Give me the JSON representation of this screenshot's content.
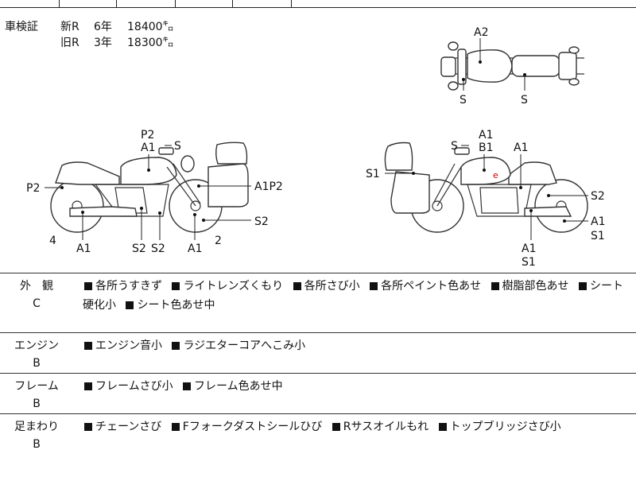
{
  "vehicle_inspection": {
    "heading": "車検証",
    "rows": [
      {
        "kind": "新R",
        "years": "6年",
        "mileage": "18400㌔"
      },
      {
        "kind": "旧R",
        "years": "3年",
        "mileage": "18300㌔"
      }
    ]
  },
  "diagram_labels": {
    "top": [
      "A2",
      "S",
      "S"
    ],
    "left": [
      "P2",
      "A1",
      "S",
      "P2",
      "A1P2",
      "4",
      "2",
      "S2",
      "A1",
      "S2",
      "S2",
      "A1"
    ],
    "right": [
      "A1",
      "S",
      "B1",
      "A1",
      "S1",
      "S2",
      "A1",
      "S1",
      "A1",
      "S1"
    ]
  },
  "categories": [
    {
      "name": "外　観",
      "grade": "C",
      "items": [
        "各所うすきず",
        "ライトレンズくもり",
        "各所さび小",
        "各所ペイント色あせ",
        "樹脂部色あせ",
        "シート硬化小",
        "シート色あせ中"
      ]
    },
    {
      "name": "エンジン",
      "grade": "B",
      "items": [
        "エンジン音小",
        "ラジエターコアへこみ小"
      ]
    },
    {
      "name": "フレーム",
      "grade": "B",
      "items": [
        "フレームさび小",
        "フレーム色あせ中"
      ]
    },
    {
      "name": "足まわり",
      "grade": "B",
      "items": [
        "チェーンさび",
        "Fフォークダストシールひび",
        "Rサスオイルもれ",
        "トップブリッジさび小"
      ]
    }
  ]
}
